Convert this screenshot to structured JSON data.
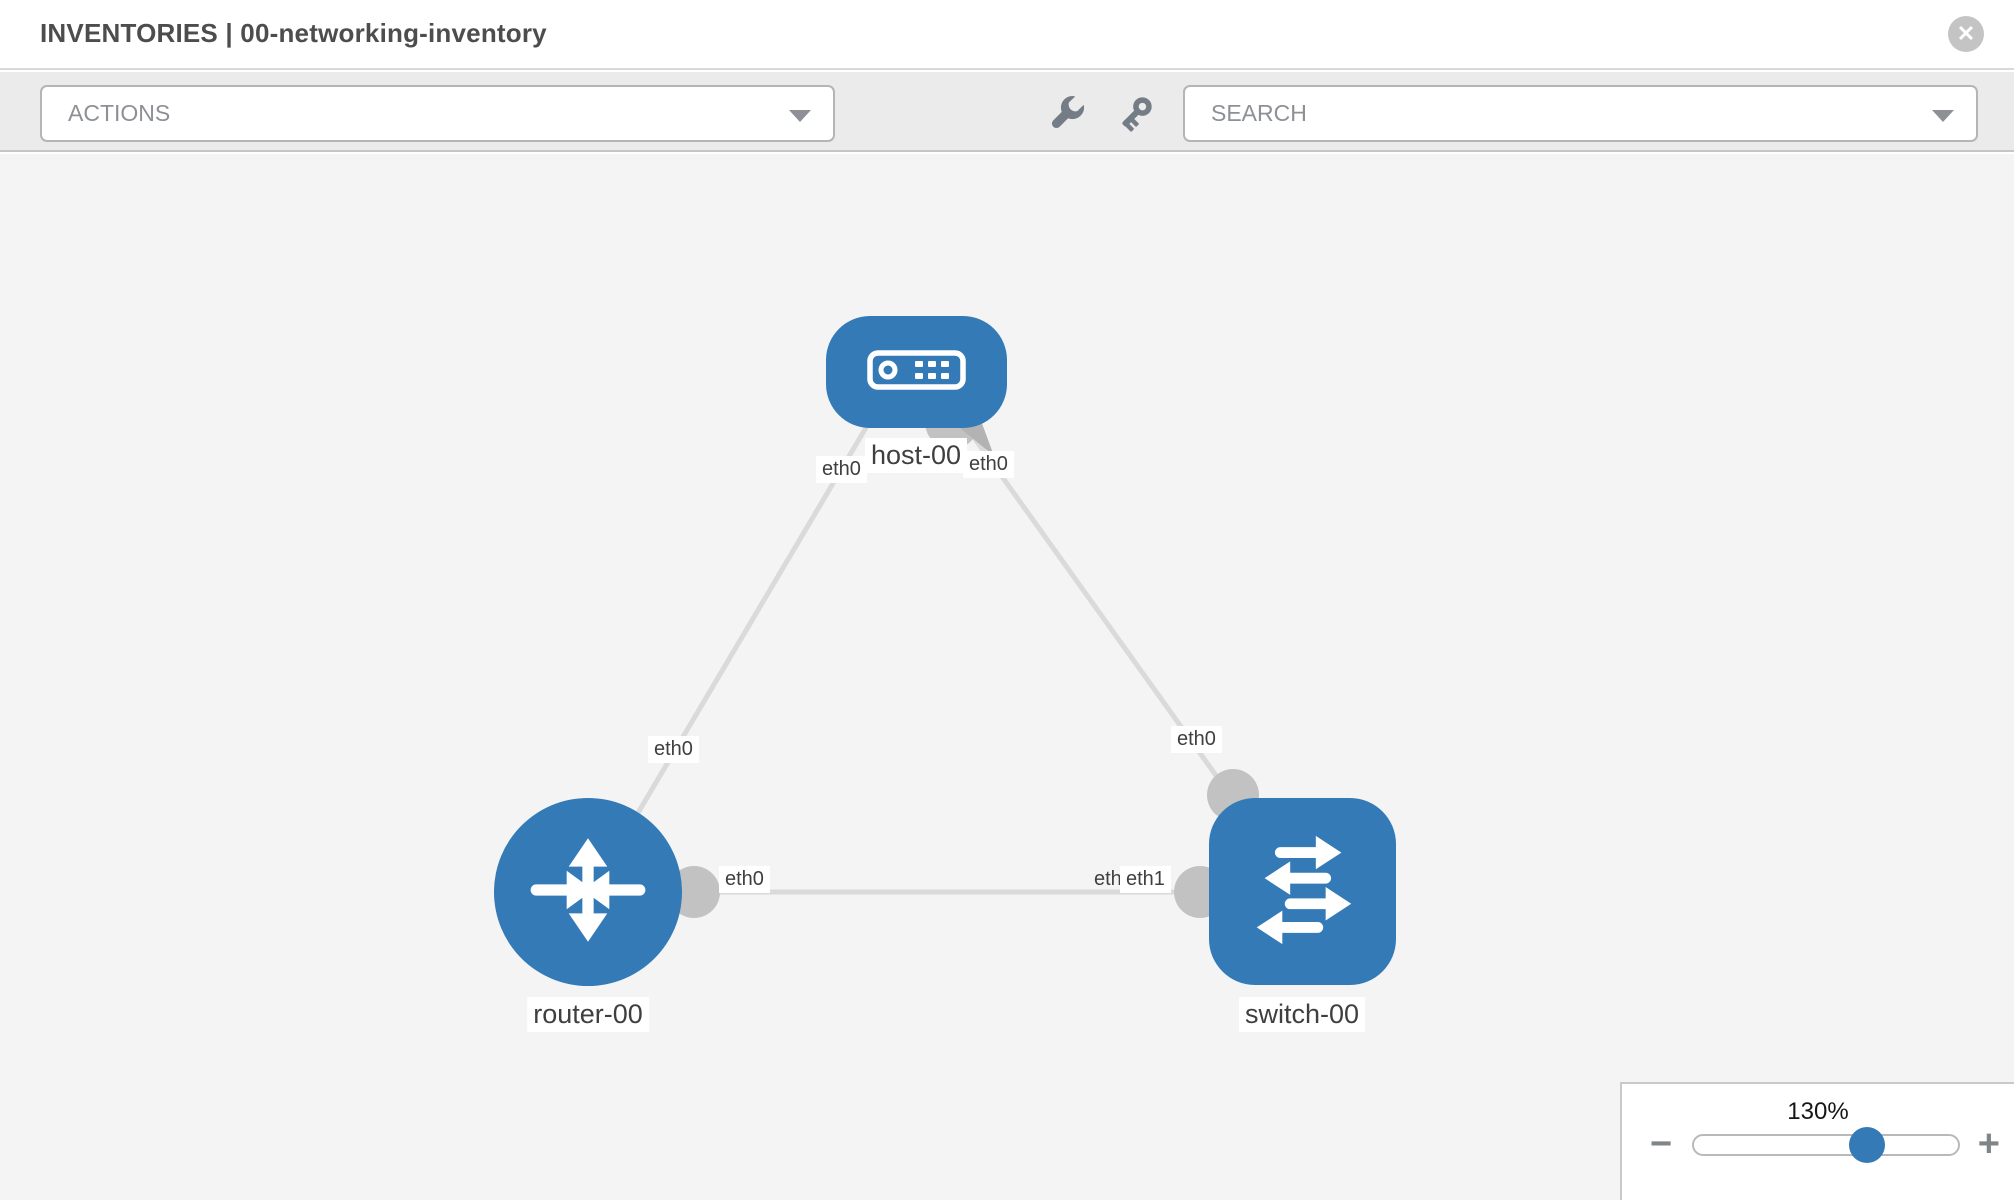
{
  "header": {
    "title": "INVENTORIES | 00-networking-inventory",
    "close_label": "✕"
  },
  "toolbar": {
    "actions_label": "ACTIONS",
    "search_placeholder": "SEARCH",
    "icons": {
      "wrench": "wrench-icon",
      "key": "key-icon",
      "actions_caret": "chevron-down",
      "search_caret": "chevron-down"
    }
  },
  "topology": {
    "nodes": [
      {
        "id": "host-00",
        "label": "host-00",
        "type": "host"
      },
      {
        "id": "router-00",
        "label": "router-00",
        "type": "router"
      },
      {
        "id": "switch-00",
        "label": "switch-00",
        "type": "switch"
      }
    ],
    "links": [
      {
        "from": "host-00",
        "to": "router-00",
        "from_interface": "eth0",
        "to_interface": "eth0"
      },
      {
        "from": "host-00",
        "to": "switch-00",
        "from_interface": "eth0",
        "to_interface": "eth0"
      },
      {
        "from": "router-00",
        "to": "switch-00",
        "from_interface": "eth0",
        "to_interface": "eth1"
      }
    ],
    "iface_labels": {
      "host_left": "eth0",
      "host_right": "eth0",
      "edge_host_router_mid": "eth0",
      "edge_host_switch_mid": "eth0",
      "edge_router_switch_left": "eth0",
      "edge_router_switch_under": "eth0",
      "edge_router_switch_top": "eth1"
    }
  },
  "zoom_control": {
    "level": "130%",
    "minus_label": "−",
    "plus_label": "+"
  },
  "colors": {
    "node_blue": "#337ab7",
    "edge_gray": "#dadada",
    "connector_gray": "#c2c2c2",
    "canvas_bg": "#f4f4f4",
    "toolbar_bg": "#ebebeb",
    "title_text": "#4d4d4d",
    "placeholder_text": "#8d9195"
  }
}
